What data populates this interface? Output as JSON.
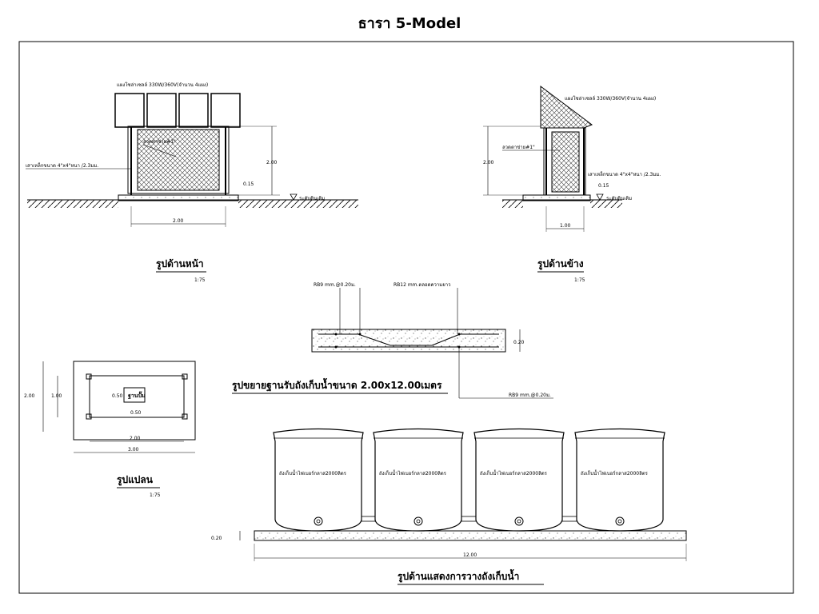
{
  "page_title": "ธารา 5-Model",
  "front_view": {
    "panel_label": "แผงโซล่าเซลล์ 330W/360V(จำนวน 4แผง)",
    "mesh_label": "ลวดตาข่าย#1\"",
    "post_label": "เสาเหล็กขนาด 4\"x4\"หนา /2.3มม.",
    "height_dim": "2.00",
    "base_dim": "0.15",
    "width_dim": "2.00",
    "ground_label": "ระดับดินเดิม",
    "title": "รูปด้านหน้า",
    "scale": "1:75"
  },
  "side_view": {
    "panel_label": "แผงโซล่าเซลล์ 330W/360V(จำนวน 4แผง)",
    "mesh_label": "ลวดตาข่าย#1\"",
    "post_label": "เสาเหล็กขนาด 4\"x4\"หนา /2.3มม.",
    "height_dim": "2.00",
    "base_dim": "0.15",
    "width_dim": "1.00",
    "ground_label": "ระดับดินเดิม",
    "title": "รูปด้านข้าง",
    "scale": "1:75"
  },
  "section": {
    "rebar_left": "RB9 mm.@0.20ม.",
    "rebar_top": "RB12 mm.ตลอดความยาว",
    "rebar_bottom": "RB9 mm.@0.20ม.",
    "thickness": "0.20",
    "title": "รูปขยายฐานรับถังเก็บน้ำขนาด 2.00x12.00เมตร"
  },
  "plan": {
    "outer_h": "2.00",
    "inner_h": "1.00",
    "inner_w": "2.00",
    "outer_w": "3.00",
    "pad_dim_1": "0.50",
    "pad_dim_2": "0.50",
    "pad_label": "ฐานปั๊ม",
    "title": "รูปแปลน",
    "scale": "1:75"
  },
  "tanks": {
    "labels": [
      "ถังเก็บน้ำไฟเบอร์กลาส2000ลิตร",
      "ถังเก็บน้ำไฟเบอร์กลาส2000ลิตร",
      "ถังเก็บน้ำไฟเบอร์กลาส2000ลิตร",
      "ถังเก็บน้ำไฟเบอร์กลาส2000ลิตร"
    ],
    "slab_thickness": "0.20",
    "length_dim": "12.00",
    "title": "รูปด้านแสดงการวางถังเก็บน้ำ"
  }
}
